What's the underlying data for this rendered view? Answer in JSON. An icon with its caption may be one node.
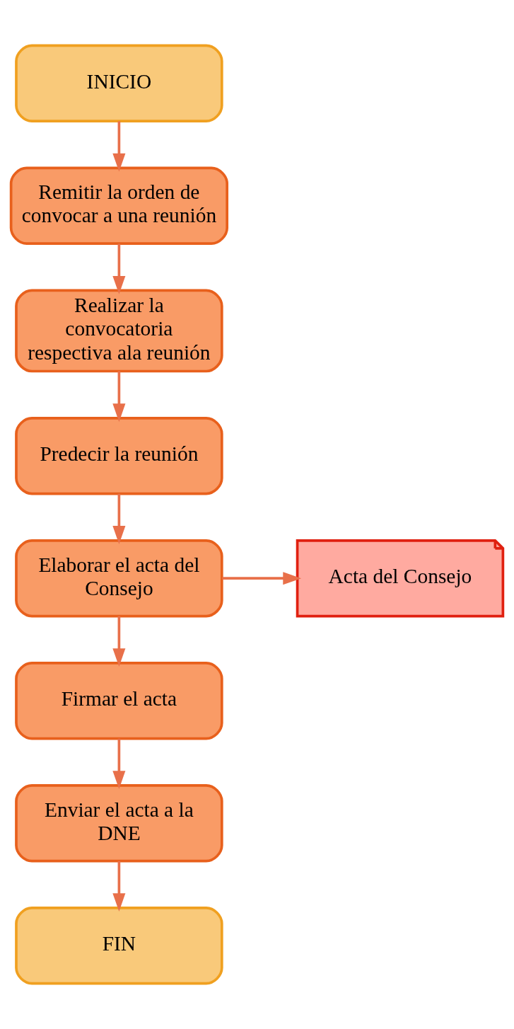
{
  "diagram": {
    "nodes": [
      {
        "text": [
          "INICIO"
        ]
      },
      {
        "text": [
          "Remitir la orden de convocar a una reunión"
        ]
      },
      {
        "text": [
          "Realizar la convocatoria respectiva ala reunión"
        ]
      },
      {
        "text": [
          "Predecir la reunión"
        ]
      },
      {
        "text": [
          "Elaborar el acta del Consejo"
        ]
      },
      {
        "text": [
          "Acta del Consejo"
        ]
      },
      {
        "text": [
          "Firmar el acta"
        ]
      },
      {
        "text": [
          "Enviar el acta a la DNE"
        ]
      },
      {
        "text": [
          "FIN"
        ]
      }
    ],
    "edges": [
      {
        "from": 0,
        "to": 1,
        "arrow": "to"
      },
      {
        "from": 1,
        "to": 2,
        "arrow": "to"
      },
      {
        "from": 2,
        "to": 3,
        "arrow": "to"
      },
      {
        "from": 3,
        "to": 4,
        "arrow": "to"
      },
      {
        "from": 4,
        "to": 5,
        "arrow": "to"
      },
      {
        "from": 4,
        "to": 6,
        "arrow": "to"
      },
      {
        "from": 6,
        "to": 7,
        "arrow": "to"
      },
      {
        "from": 7,
        "to": 8,
        "arrow": "to"
      }
    ]
  }
}
